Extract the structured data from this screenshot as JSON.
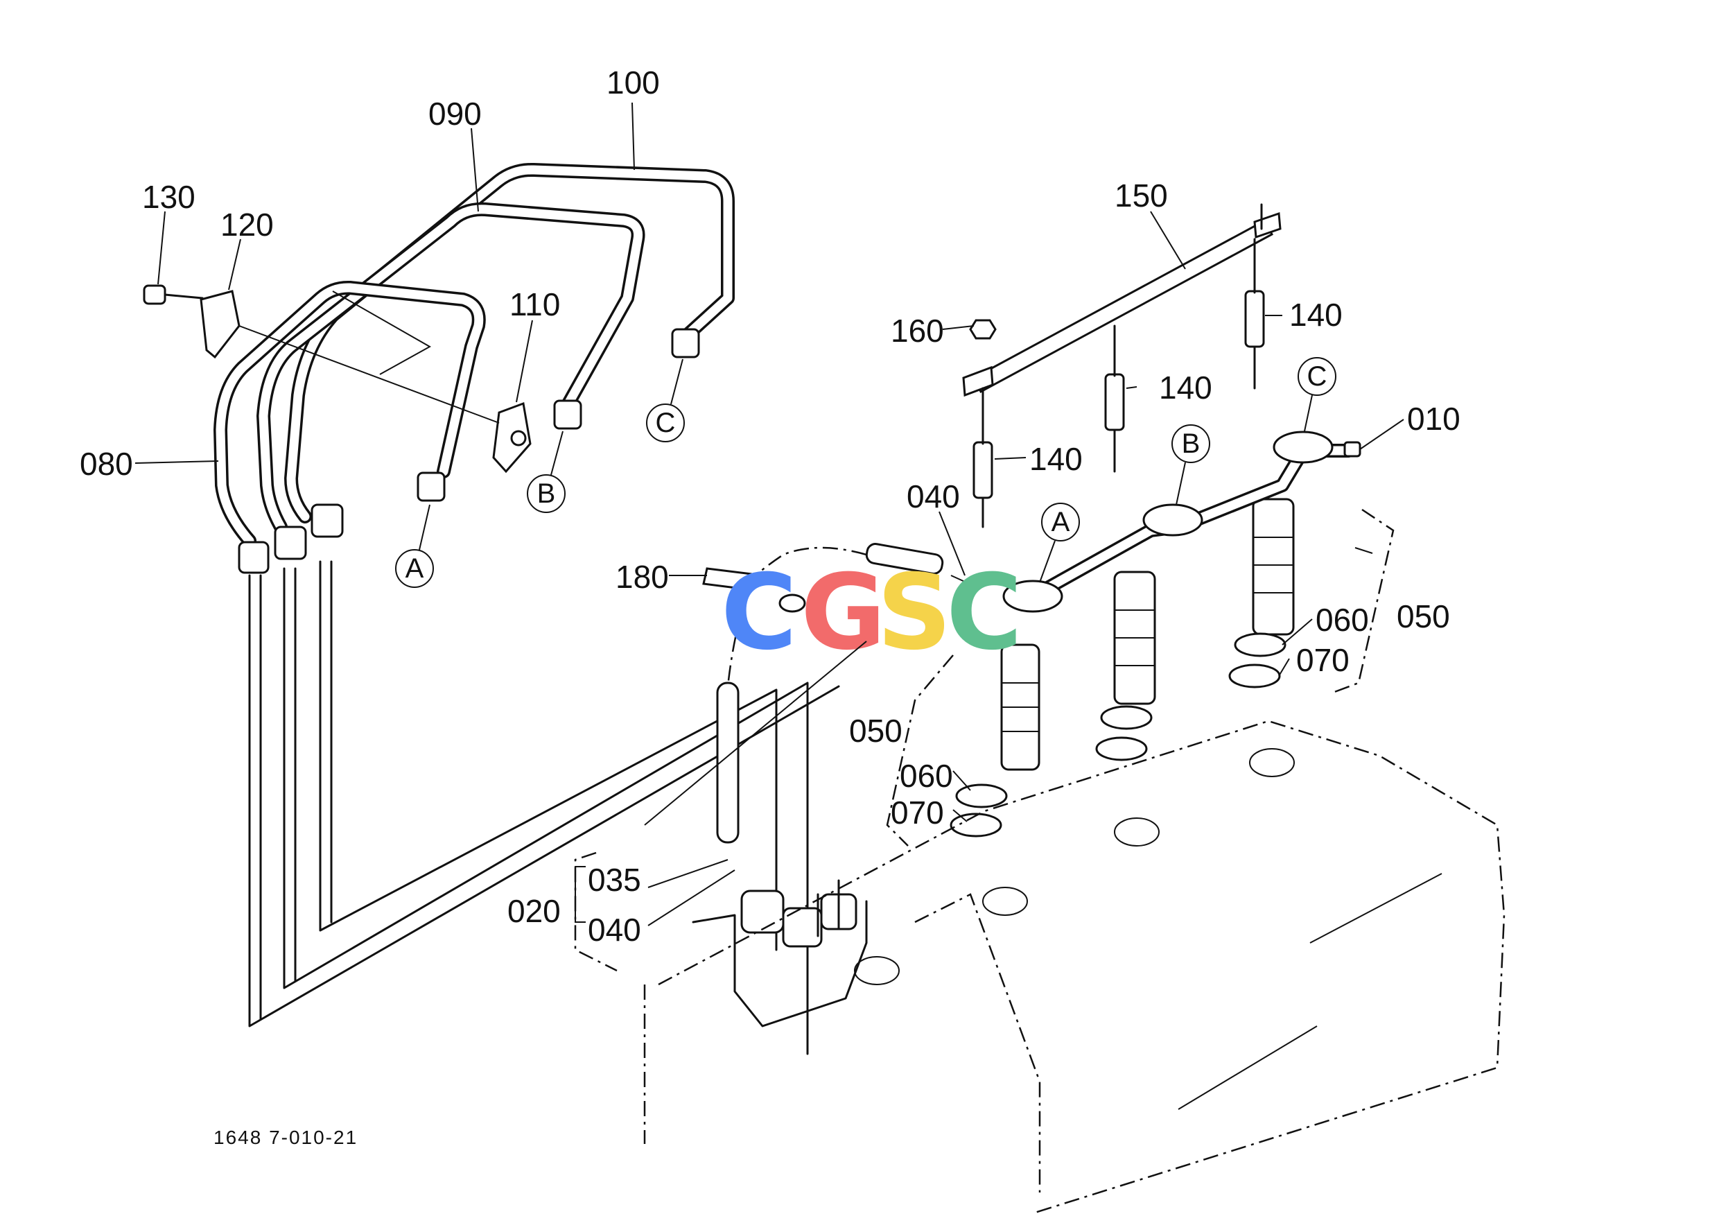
{
  "drawing_code": "1648 7-010-21",
  "part_labels": {
    "p010": "010",
    "p020": "020",
    "p035": "035",
    "p040a": "040",
    "p040b": "040",
    "p050a": "050",
    "p050b": "050",
    "p060a": "060",
    "p060b": "060",
    "p070a": "070",
    "p070b": "070",
    "p080": "080",
    "p090": "090",
    "p100": "100",
    "p110": "110",
    "p120": "120",
    "p130": "130",
    "p140a": "140",
    "p140b": "140",
    "p140c": "140",
    "p150": "150",
    "p160": "160",
    "p180": "180"
  },
  "connection_markers": {
    "a_left": "A",
    "b_left": "B",
    "c_left": "C",
    "a_right": "A",
    "b_right": "B",
    "c_right": "C"
  },
  "watermark": {
    "letters": [
      "C",
      "G",
      "S",
      "C"
    ],
    "colors": [
      "#4f86f7",
      "#f26b6b",
      "#f5d34a",
      "#5fbf8f"
    ]
  }
}
